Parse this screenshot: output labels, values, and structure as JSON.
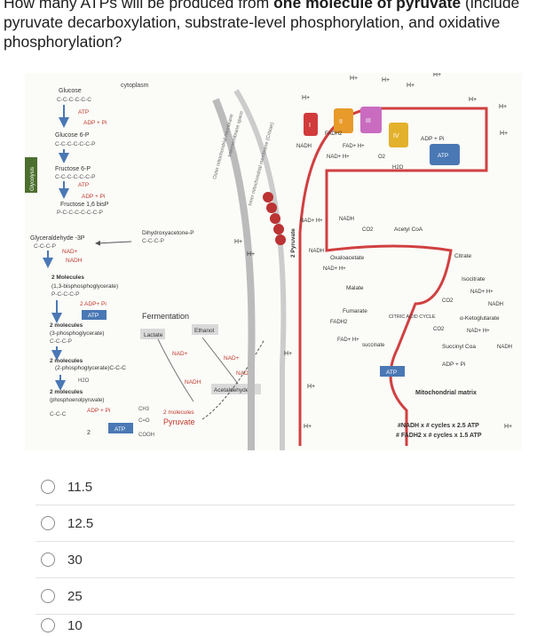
{
  "question": {
    "prefix": "How many ATPs will be produced from ",
    "bold1": "one molecule of pyruvate",
    "mid": " (include pyruvate decarboxylation, substrate-level phosphorylation, and oxidative phosphorylation?"
  },
  "figure": {
    "glycolysis_tab": "Glycolysis",
    "cytoplasm": "cytoplasm",
    "glucose": "Glucose",
    "glucose_chain": "C-C-C-C-C-C",
    "atp": "ATP",
    "adp_pi": "ADP + Pi",
    "glucose6p": "Glucose 6-P",
    "glucose6p_chain": "C-C-C-C-C-C-P",
    "fructose6p": "Fructose 6-P",
    "fructose6p_chain": "C-C-C-C-C-C-P",
    "fructose16bp": "Fructose 1,6 bisP",
    "fructose16bp_chain": "P-C-C-C-C-C-C-P",
    "g3p": "Glyceraldehyde -3P",
    "g3p_chain": "C-C-C-P",
    "nad": "NAD+",
    "nadh": "NADH",
    "dhap": "Dihydroxyacetone-P",
    "dhap_chain": "C-C-C-P",
    "two_molecules": "2  Molecules",
    "bpg": "(1,3-bisphosphoglycerate)",
    "bpg_chain": "P-C-C-C-P",
    "two_adp_pi": "2 ADP+ Pi",
    "fermentation": "Fermentation",
    "lactate": "Lactate",
    "ethanol": "Ethanol",
    "acetaldehyde": "Acetaldehyde",
    "pg3_a": "2 molecules",
    "pg3_b": "(3-phosphoglycerate)",
    "pg3_chain": "C-C-C-P",
    "pg2_b": "(2-phosphoglycerate)C-C-C",
    "h2o": "H2O",
    "pep_a": "2 molecules",
    "pep_b": "(phosphoenolpyruvate)",
    "ccc": "C-C-C",
    "two": "2",
    "two_pyruvate_a": "2 molecules",
    "two_pyruvate_b": "Pyruvate",
    "cooh": "COOH",
    "ch3": "CH3",
    "co": "C=O",
    "outer_membrane": "Outer mitochondrial membrane",
    "intermembrane": "Intermembrane space",
    "inner_membrane": "Inner mitochondrial membrane (Cristae)",
    "h_plus": "H+",
    "pyruvate_vertical": "2 Pyruvate",
    "nadh_nad": "NADH",
    "nad_h": "NAD+ H+",
    "fadh2": "FADH2",
    "fad_h": "FAD+ H+",
    "o2": "O2",
    "h2o_b": "H2O",
    "adp_pi_b": "ADP + Pi",
    "atp_b": "ATP",
    "co2": "CO2",
    "acetyl_coa": "Acetyl CoA",
    "oxaloacetate": "Oxaloacetate",
    "citrate": "Citrate",
    "isocitrate": "Isocitrate",
    "malate": "Malate",
    "fumarate": "Fumarate",
    "citric_acid_cycle": "CITRIC ACID CYCLE",
    "ketoglutarate": "α-Ketoglutarate",
    "succinate": "succinate",
    "succinyl_coa": "Succinyl Coa",
    "adp_pi_c": "ADP + Pi",
    "atp_c": "ATP",
    "mito_matrix": "Mitochondrial matrix",
    "roman": [
      "I",
      "II",
      "III",
      "IV"
    ],
    "formula1": "#NADH x # cycles x 2.5 ATP",
    "formula2": "# FADH2 x # cycles x 1.5 ATP"
  },
  "options": [
    {
      "label": "11.5"
    },
    {
      "label": "12.5"
    },
    {
      "label": "30"
    },
    {
      "label": "25"
    },
    {
      "label": "10"
    }
  ]
}
